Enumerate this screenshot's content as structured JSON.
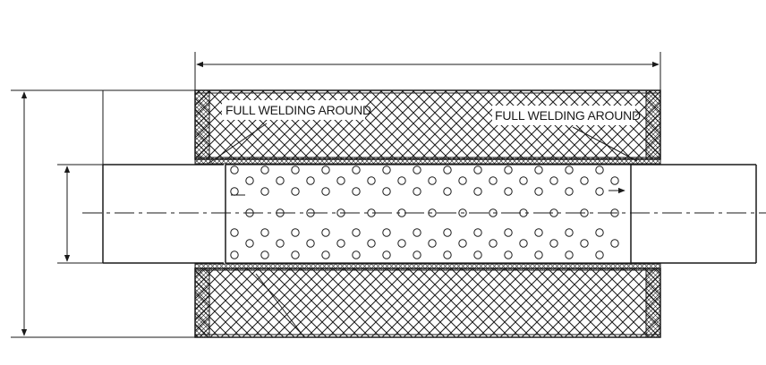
{
  "diagram": {
    "type": "technical-drawing",
    "subject": "perforated tube muffler cross-section",
    "annotations": {
      "left": "FULL WELDING AROUND",
      "right": "FULL WELDING AROUND"
    },
    "perforation_rows": 7,
    "colors": {
      "ink": "#1a1a1a",
      "background": "#ffffff"
    }
  }
}
